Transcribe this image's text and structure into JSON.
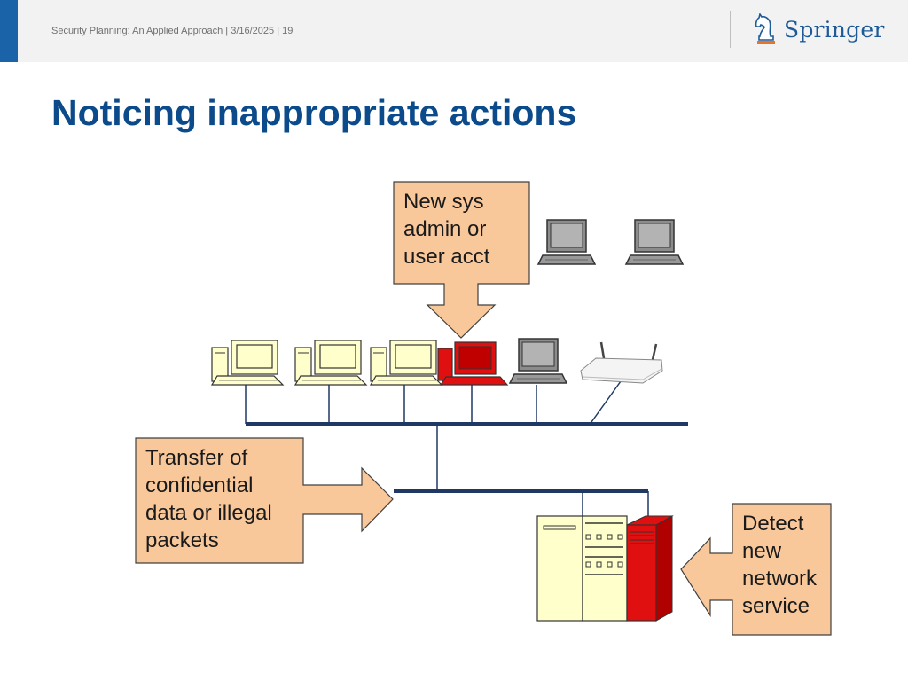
{
  "header": {
    "footer": "Security Planning: An Applied Approach | 3/16/2025 | 19",
    "logo_text": "Springer",
    "colors": {
      "accent": "#1a63a8",
      "title": "#0b4a8b",
      "callout_fill": "#f8c89b",
      "alert_red": "#e01010"
    }
  },
  "slide": {
    "title": "Noticing inappropriate actions"
  },
  "callouts": {
    "sysadmin": [
      "New sys",
      "admin or",
      "user acct"
    ],
    "transfer": [
      "Transfer of",
      "confidential",
      "data or illegal",
      "packets"
    ],
    "detect": [
      "Detect",
      "new",
      "network",
      "service"
    ]
  }
}
